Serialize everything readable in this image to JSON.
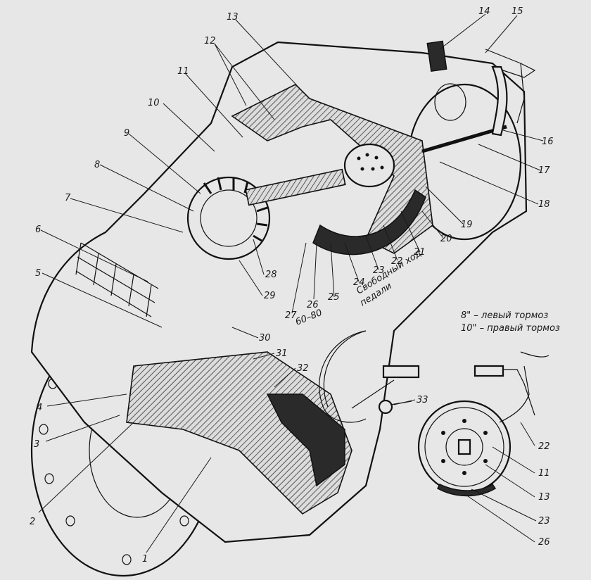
{
  "diagram": {
    "labels": {
      "l1": "1",
      "l2": "2",
      "l3": "3",
      "l4": "4",
      "l5": "5",
      "l6": "6",
      "l7": "7",
      "l8": "8",
      "l9": "9",
      "l10": "10",
      "l11": "11",
      "l12": "12",
      "l13": "13",
      "l14": "14",
      "l15": "15",
      "l16": "16",
      "l17": "17",
      "l18": "18",
      "l19": "19",
      "l20": "20",
      "l21": "21",
      "l22": "22",
      "l23": "23",
      "l24": "24",
      "l25": "25",
      "l26": "26",
      "l27": "27",
      "l28": "28",
      "l29": "29",
      "l30": "30",
      "l31": "31",
      "l32": "32",
      "l33": "33",
      "d22": "22",
      "d11": "11",
      "d13": "13",
      "d23": "23",
      "d26": "26"
    },
    "notes": {
      "free_play_1": "Свободный ход",
      "free_play_2": "педали",
      "dimension": "60–80",
      "left_brake": "8\" – левый тормоз",
      "right_brake": "10\" – правый тормоз"
    }
  }
}
